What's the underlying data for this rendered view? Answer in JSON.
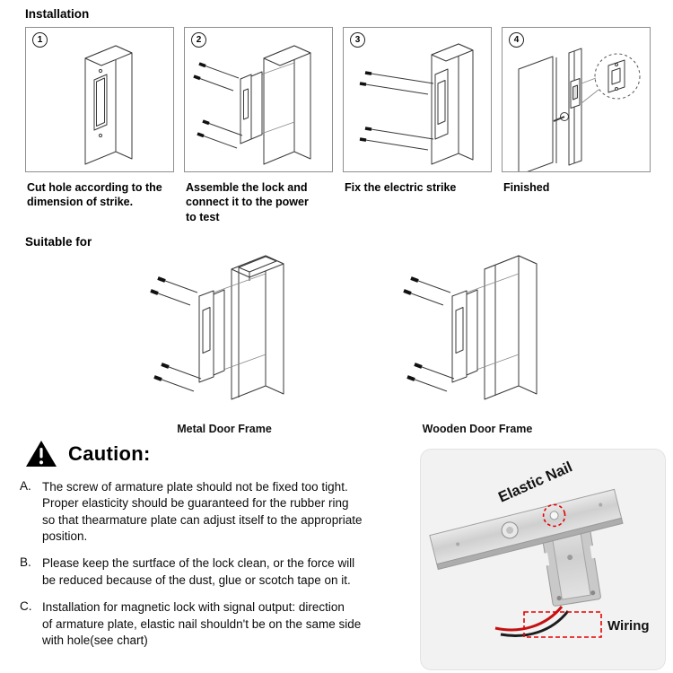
{
  "titles": {
    "installation": "Installation",
    "suitable_for": "Suitable for"
  },
  "steps": [
    {
      "number": "1",
      "caption": "Cut hole according to the\ndimension of strike."
    },
    {
      "number": "2",
      "caption": "Assemble the lock and\nconnect it to the power\nto test"
    },
    {
      "number": "3",
      "caption": "Fix the electric strike"
    },
    {
      "number": "4",
      "caption": "Finished"
    }
  ],
  "frames": [
    {
      "label": "Metal Door Frame"
    },
    {
      "label": "Wooden Door Frame"
    }
  ],
  "caution": {
    "title": "Caution:",
    "items": [
      {
        "prefix": "A.",
        "text": "The screw of armature plate should not be fixed too tight.\nProper elasticity should be guaranteed for the rubber ring\nso that thearmature plate can adjust itself to the appropriate\nposition."
      },
      {
        "prefix": "B.",
        "text": "Please keep the surtface of the lock clean, or the force will\nbe reduced because of the dust, glue or scotch tape on it."
      },
      {
        "prefix": "C.",
        "text": "Installation for magnetic lock with signal output: direction\nof armature plate, elastic nail shouldn't be on the same side\nwith hole(see chart)"
      }
    ]
  },
  "photo": {
    "elastic_nail_label": "Elastic Nail",
    "wiring_label": "Wiring"
  },
  "colors": {
    "accent_red": "#e60000",
    "line": "#3a3a3a",
    "panel_bg": "#f2f2f2"
  }
}
